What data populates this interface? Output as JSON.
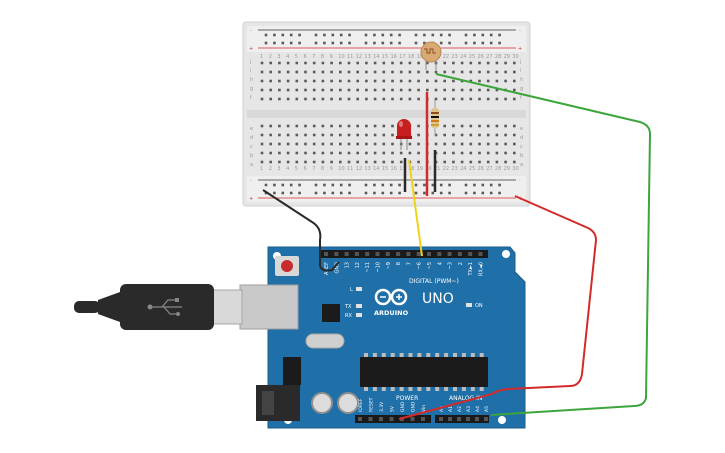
{
  "breadboard": {
    "rail_plus": "+",
    "rail_minus": "-",
    "row_letters_top": [
      "j",
      "i",
      "h",
      "g",
      "f"
    ],
    "row_letters_bottom": [
      "e",
      "d",
      "c",
      "b",
      "a"
    ],
    "column_count": 30
  },
  "arduino": {
    "brand": "ARDUINO",
    "model": "UNO",
    "digital_header_label": "DIGITAL (PWM~)",
    "power_header_label": "POWER",
    "analog_header_label": "ANALOG IN",
    "on_label": "ON",
    "led_l": "L",
    "led_tx": "TX",
    "led_rx": "RX",
    "digital_pins": [
      "AREF",
      "GND",
      "13",
      "12",
      "~11",
      "~10",
      "~9",
      "8",
      "7",
      "~6",
      "~5",
      "4",
      "~3",
      "2",
      "TX►1",
      "RX◄0"
    ],
    "power_pins": [
      "IOREF",
      "RESET",
      "3.3V",
      "5V",
      "GND",
      "GND",
      "Vin"
    ],
    "analog_pins": [
      "A0",
      "A1",
      "A2",
      "A3",
      "A4",
      "A5"
    ]
  },
  "colors": {
    "board_blue": "#1f6fa8",
    "wire_black": "#2a2a2a",
    "wire_red": "#d42a2a",
    "wire_green": "#3ca63c",
    "wire_yellow": "#f1d21a",
    "led_red": "#c71f1f"
  },
  "icons": [
    "usb-cable-icon",
    "arduino-infinity-logo-icon"
  ]
}
